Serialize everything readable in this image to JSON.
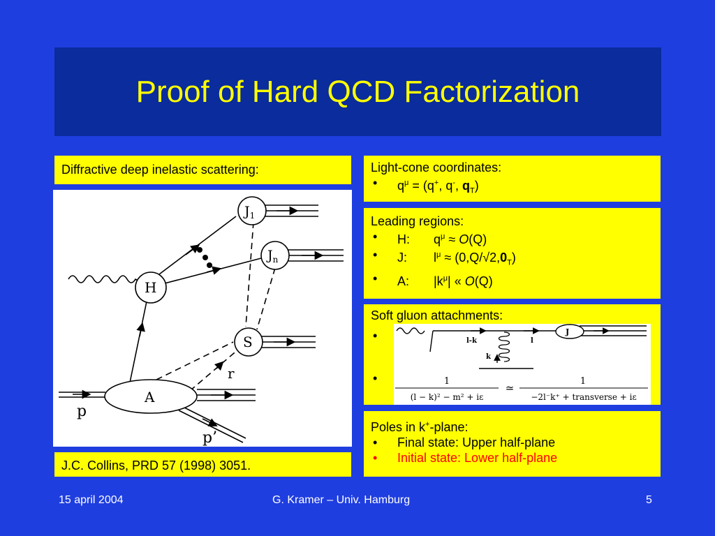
{
  "slide": {
    "title": "Proof of Hard QCD Factorization",
    "colors": {
      "background": "#1f3ee0",
      "title_band": "#0a2c9c",
      "title_text": "#ffff00",
      "box": "#ffff00",
      "highlight": "#ff0000"
    }
  },
  "left": {
    "heading": "Diffractive deep inelastic scattering:",
    "citation": "J.C. Collins, PRD 57 (1998) 3051.",
    "diagram": {
      "labels": {
        "j1": "J",
        "j1_sub": "1",
        "jn": "J",
        "jn_sub": "n",
        "h": "H",
        "s": "S",
        "a": "A",
        "r": "r",
        "p": "p",
        "pprime": "p’"
      }
    }
  },
  "right": {
    "light_cone": {
      "heading": "Light-cone coordinates:",
      "bullet": "•",
      "q": "q",
      "mu": "μ",
      "eq": " = (q",
      "plus": "+",
      "comma": ", q",
      "minus": "-",
      "comma2": ", ",
      "qbold": "q",
      "qsub": "T",
      "close": ")"
    },
    "leading": {
      "heading": "Leading regions:",
      "bullet": "•",
      "h": {
        "label": "H:",
        "sym": "q",
        "mu": "μ",
        "approx": " ≈ ",
        "o": "O",
        "rest": "(Q)"
      },
      "j": {
        "label": "J:",
        "sym": "l",
        "mu": "μ",
        "approx": " ≈ (0,Q/√2,",
        "zero": "0",
        "zsub": "T",
        "close": ")"
      },
      "a": {
        "label": "A:",
        "pre": "|k",
        "mu": "μ",
        "post": "| « ",
        "o": "O",
        "rest": "(Q)"
      }
    },
    "soft": {
      "heading": "Soft gluon attachments:",
      "bullet": "•",
      "figure": {
        "lk": "l-k",
        "l": "l",
        "k": "k",
        "j": "J"
      },
      "formula": {
        "num": "1",
        "den1": "(l − k)² − m² + iε",
        "approx": "≃",
        "den2": "−2l⁻k⁺ + transverse + iε"
      }
    },
    "poles": {
      "heading_pre": "Poles in k",
      "heading_sup": "+",
      "heading_post": "-plane:",
      "bullet": "•",
      "items": [
        "Final state: Upper half-plane",
        "Initial state: Lower half-plane"
      ]
    }
  },
  "footer": {
    "date": "15 april 2004",
    "author": "G. Kramer – Univ. Hamburg",
    "page": "5"
  }
}
